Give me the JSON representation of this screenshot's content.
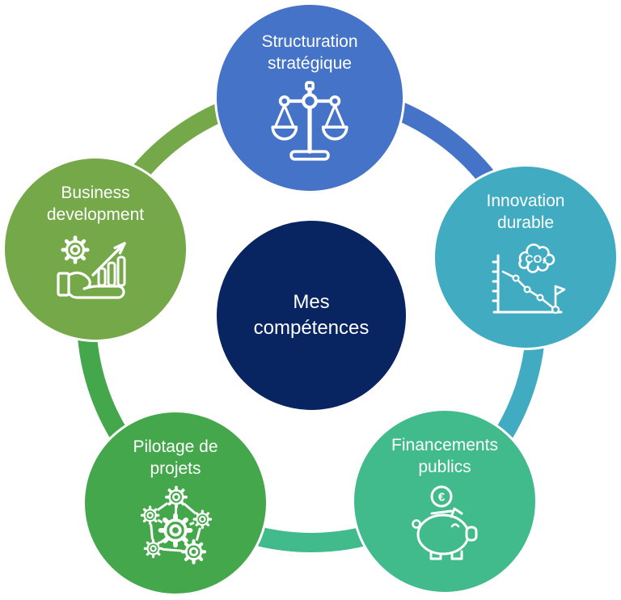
{
  "diagram": {
    "center": {
      "label": "Mes\ncompétences",
      "color": "#082561",
      "text_color": "#FFFFFF"
    },
    "nodes": [
      {
        "label": "Structuration\nstratégique",
        "color": "#4573C8",
        "icon": "scales-icon"
      },
      {
        "label": "Innovation\ndurable",
        "color": "#41ACC1",
        "icon": "co2-decline-chart-icon"
      },
      {
        "label": "Financements\npublics",
        "color": "#41BA8C",
        "icon": "piggy-bank-icon"
      },
      {
        "label": "Pilotage de\nprojets",
        "color": "#45A74B",
        "icon": "gears-network-icon"
      },
      {
        "label": "Business\ndevelopment",
        "color": "#75A848",
        "icon": "hand-gear-growth-icon"
      }
    ],
    "ring": {
      "segments": [
        {
          "from": "Structuration stratégique",
          "to": "Innovation durable",
          "color": "#4573C8"
        },
        {
          "from": "Innovation durable",
          "to": "Financements publics",
          "color": "#41ACC1"
        },
        {
          "from": "Financements publics",
          "to": "Pilotage de projets",
          "color": "#41BA8C"
        },
        {
          "from": "Pilotage de projets",
          "to": "Business development",
          "color": "#45A74B"
        },
        {
          "from": "Business development",
          "to": "Structuration stratégique",
          "color": "#75A848"
        }
      ]
    },
    "icons": {
      "co2": "CO₂",
      "euro": "€"
    }
  }
}
